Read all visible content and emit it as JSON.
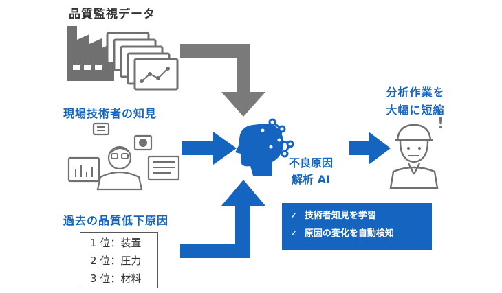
{
  "inputs": {
    "quality_data_title": "品質監視データ",
    "expert_knowledge_title": "現場技術者の知見",
    "past_causes_title": "過去の品質低下原因",
    "ranking": [
      {
        "rank": "1 位",
        "sep": "：",
        "cause": "装置"
      },
      {
        "rank": "2 位",
        "sep": "：",
        "cause": "圧力"
      },
      {
        "rank": "3 位",
        "sep": "：",
        "cause": "材料"
      }
    ]
  },
  "ai": {
    "label_line1": "不良原因",
    "label_line2": "解析 AI",
    "features": [
      {
        "check": "✓",
        "text": "技術者知見を学習"
      },
      {
        "check": "✓",
        "text": "原因の変化を自動検知"
      }
    ]
  },
  "output": {
    "line1": "分析作業を",
    "line2": "大幅に短縮",
    "exclaim": "!"
  },
  "colors": {
    "accent_blue": "#1565c0",
    "arrow_gray": "#7a7a7a",
    "icon_gray": "#707070"
  }
}
